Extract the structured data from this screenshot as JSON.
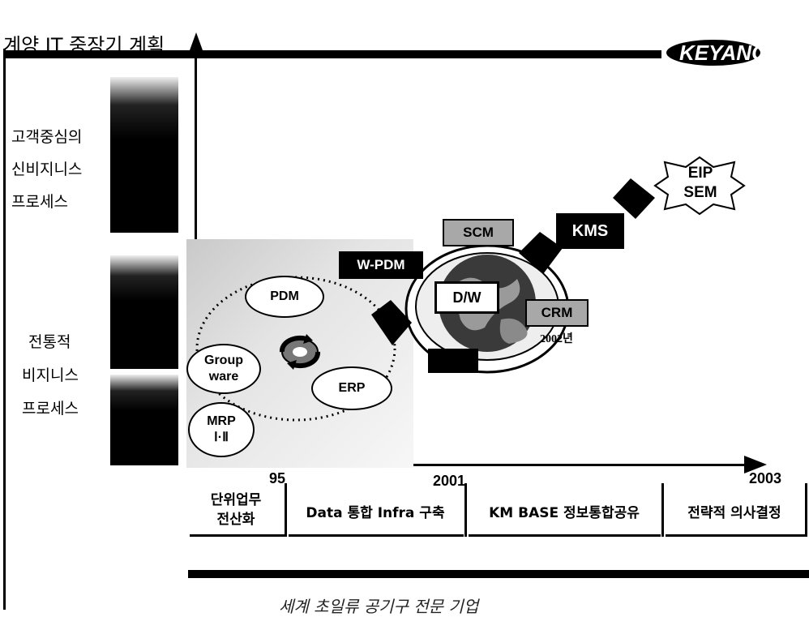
{
  "header": {
    "title": "계양 IT 중장기 계획",
    "logo_text": "KEYANG"
  },
  "side_labels": {
    "upper": [
      "고객중심의",
      "신비지니스",
      "프로세스"
    ],
    "lower": [
      "전통적",
      "비지니스",
      "프로세스"
    ]
  },
  "systems": {
    "pdm": "PDM",
    "groupware": [
      "Group",
      "ware"
    ],
    "erp": "ERP",
    "mrp": [
      "MRP",
      "Ⅰ·Ⅱ"
    ],
    "wpdm": "W-PDM",
    "scm": "SCM",
    "dw": "D/W",
    "crm": "CRM",
    "crm_year": "2002년",
    "kms": "KMS",
    "eip": [
      "EIP",
      "SEM"
    ]
  },
  "timeline": {
    "years": [
      "95",
      "2001",
      "2003"
    ],
    "phases": [
      [
        "단위업무",
        "전산화"
      ],
      "Data 통합 Infra 구축",
      "KM BASE 정보통합공유",
      "전략적 의사결정"
    ]
  },
  "footer": {
    "slogan": "세계 초일류 공기구 전문 기업"
  },
  "colors": {
    "dark": "#000000",
    "gray_box": "#a8a8a8",
    "photo_light": "#f2f2f2"
  }
}
